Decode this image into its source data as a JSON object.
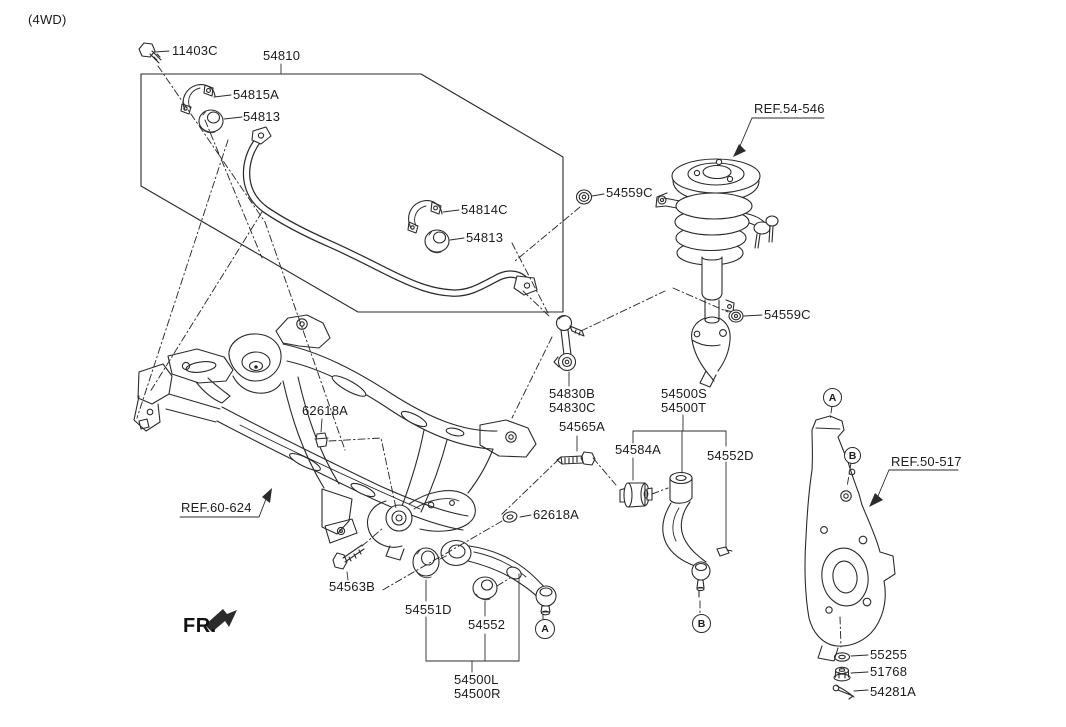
{
  "page": {
    "background": "#ffffff",
    "line_color": "#2b2b2b"
  },
  "diagram": {
    "variant_note": "(4WD)",
    "front_marker": "FR.",
    "markers": {
      "a": "A",
      "b": "B"
    },
    "refs": {
      "strut": "REF.54-546",
      "crossmember": "REF.60-624",
      "knuckle": "REF.50-517"
    },
    "parts": {
      "p11403C": "11403C",
      "p54810": "54810",
      "p54815A": "54815A",
      "p54813_1": "54813",
      "p54814C": "54814C",
      "p54813_2": "54813",
      "p54559C_1": "54559C",
      "p54559C_2": "54559C",
      "p54830B": "54830B",
      "p54830C": "54830C",
      "p54500S": "54500S",
      "p54500T": "54500T",
      "p54565A": "54565A",
      "p54584A": "54584A",
      "p54552D": "54552D",
      "p62618A_1": "62618A",
      "p62618A_2": "62618A",
      "p54563B": "54563B",
      "p54551D": "54551D",
      "p54552": "54552",
      "p54500L": "54500L",
      "p54500R": "54500R",
      "p55255": "55255",
      "p51768": "51768",
      "p54281A": "54281A"
    }
  }
}
